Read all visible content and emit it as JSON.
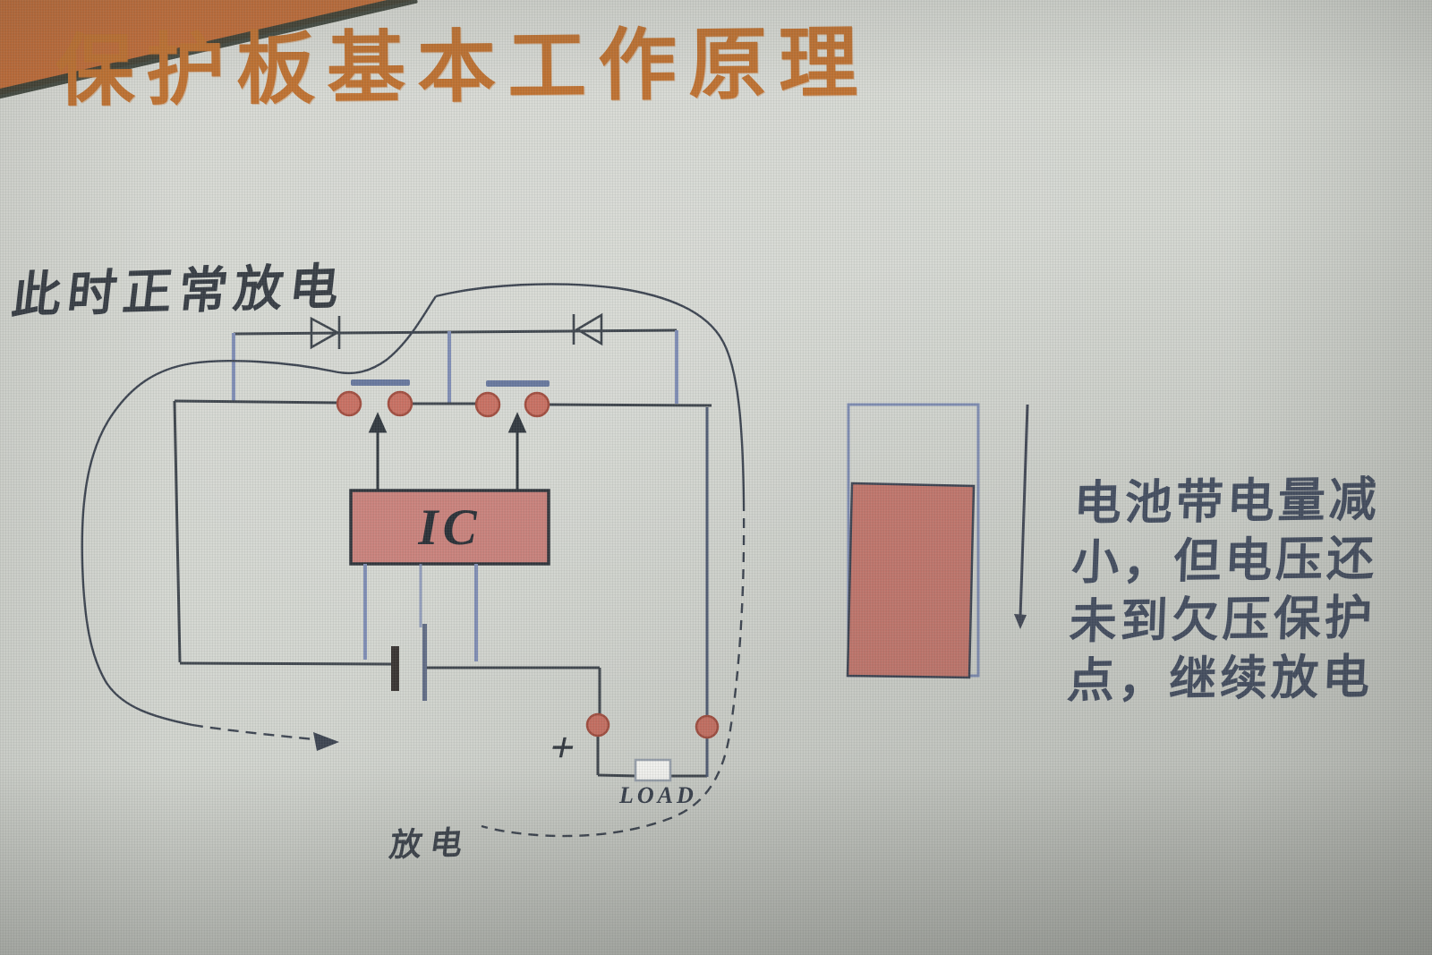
{
  "slide": {
    "title": "保护板基本工作原理",
    "status_label": "此时正常放电",
    "discharge_label": "放电",
    "note_lines": [
      "电池带电量减",
      "小，但电压还",
      "未到欠压保护",
      "点，继续放电"
    ]
  },
  "circuit": {
    "ic_label": "IC",
    "load_label": "LOAD",
    "battery_plus_label": "+"
  },
  "colors": {
    "title_orange": "#bf6f2d",
    "corner_orange": "#c06a35",
    "corner_dark": "#343b31",
    "salmon_fill": "#c9807a",
    "indicator_fill": "#c5766c",
    "wire_dark": "#3b424a",
    "wire_blue": "#7e8cb4",
    "dot_fill": "#c86e60",
    "dot_stroke": "#a04a3c",
    "text_dark": "#424c60"
  }
}
